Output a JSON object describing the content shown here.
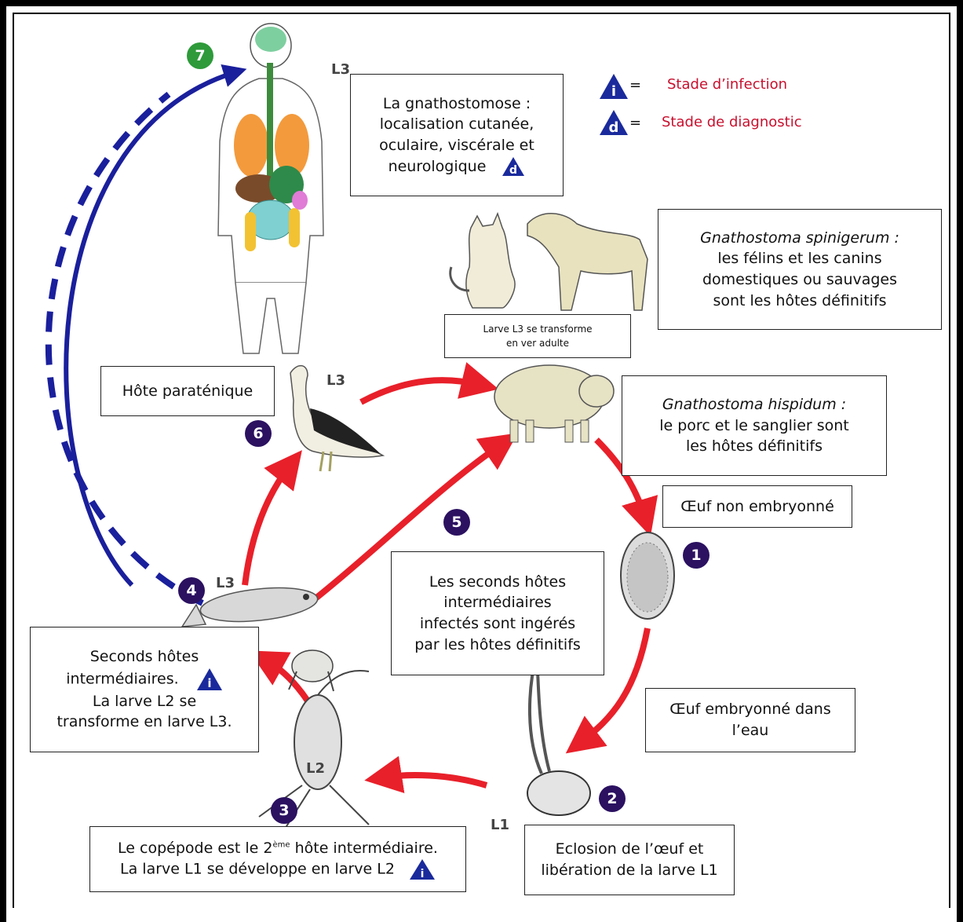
{
  "legend": {
    "infection": "Stade d’infection",
    "diagnostic": "Stade de diagnostic",
    "equals": "=",
    "infection_icon": "i-triangle-icon",
    "diagnostic_icon": "d-triangle-icon"
  },
  "boxes": {
    "gnathostomose": [
      "La gnathostomose :",
      "localisation cutanée,",
      "oculaire, viscérale et",
      "neurologique"
    ],
    "spinigerum_title": "Gnathostoma spinigerum :",
    "spinigerum_body": [
      "les félins et les canins",
      "domestiques ou sauvages",
      "sont les hôtes définitifs"
    ],
    "larve_l3": [
      "Larve L3 se transforme",
      "en ver adulte"
    ],
    "hote_paratenique": "Hôte paraténique",
    "hispidum_title": "Gnathostoma hispidum :",
    "hispidum_body": [
      "le porc et le sanglier sont",
      "les hôtes définitifs"
    ],
    "oeuf_non": "Œuf non embryonné",
    "seconds_hotes_ingeres": [
      "Les seconds hôtes",
      "intermédiaires",
      "infectés sont ingérés",
      "par les hôtes définitifs"
    ],
    "seconds_hotes": [
      "Seconds hôtes",
      "intermédiaires.",
      "La larve L2 se",
      "transforme en larve L3."
    ],
    "oeuf_embryonne": [
      "Œuf embryonné dans",
      "l’eau"
    ],
    "copepode_a": "Le copépode est le 2",
    "copepode_sup": "ème",
    "copepode_b": " hôte intermédiaire.",
    "copepode_line2": "La larve L1 se développe en larve L2",
    "eclosion": [
      "Eclosion de l’œuf et",
      "libération de la larve L1"
    ]
  },
  "stages": {
    "n1": "1",
    "n2": "2",
    "n3": "3",
    "n4": "4",
    "n5": "5",
    "n6": "6",
    "n7": "7"
  },
  "larva_labels": {
    "human": "L3",
    "bird": "L3",
    "fish": "L3",
    "copepod": "L2",
    "hatch": "L1"
  },
  "triangle_letters": {
    "infection": "i",
    "diagnostic": "d"
  },
  "colors": {
    "arrow_red": "#e8202a",
    "arrow_blue": "#1a1f9c",
    "stage_circle": "#2b1160",
    "stage_7": "#2e9a3a",
    "legend_text": "#c8102e",
    "triangle": "#1a2a9c"
  }
}
